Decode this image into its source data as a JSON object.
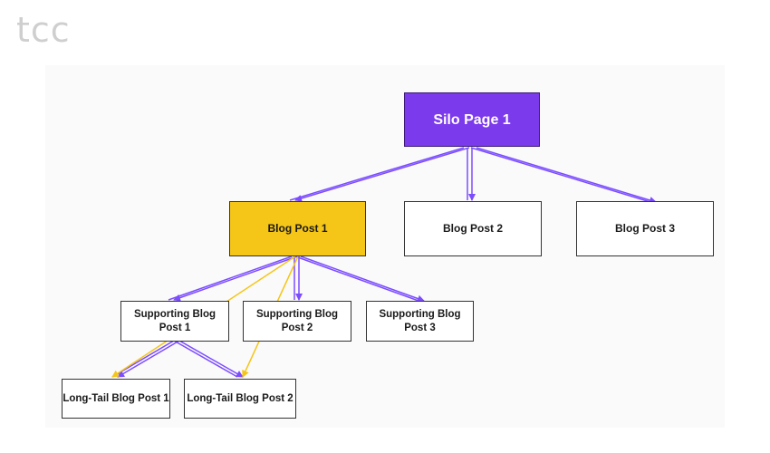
{
  "brand": {
    "logo_text": "tcc"
  },
  "colors": {
    "silo": "#7c3aed",
    "featured": "#f5c518",
    "link_primary": "#7c4dff",
    "link_secondary": "#f5c518"
  },
  "diagram": {
    "silo": {
      "label": "Silo Page 1"
    },
    "blog_posts": [
      {
        "label": "Blog Post 1"
      },
      {
        "label": "Blog Post 2"
      },
      {
        "label": "Blog Post 3"
      }
    ],
    "supporting_posts": [
      {
        "label": "Supporting Blog Post 1"
      },
      {
        "label": "Supporting Blog Post 2"
      },
      {
        "label": "Supporting Blog Post 3"
      }
    ],
    "long_tail_posts": [
      {
        "label": "Long-Tail Blog Post 1"
      },
      {
        "label": "Long-Tail Blog Post 2"
      }
    ]
  }
}
